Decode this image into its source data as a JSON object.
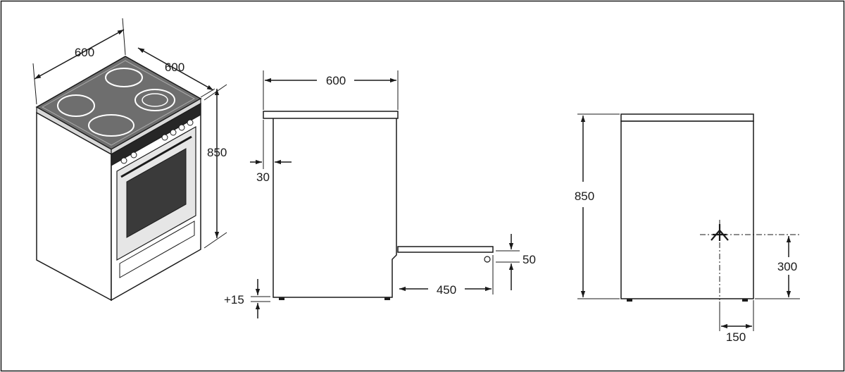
{
  "perspective_view": {
    "width_label": "600",
    "depth_label": "600",
    "height_label": "850"
  },
  "side_view": {
    "width_label": "600",
    "overhang_label": "30",
    "feet_label": "+15",
    "door_open_label": "450",
    "door_thickness_label": "50"
  },
  "back_view": {
    "height_label": "850",
    "connection_height_label": "300",
    "connection_offset_label": "150"
  },
  "colors": {
    "line": "#1a1a1a",
    "hob_surface": "#6e6e6e",
    "panel_dark": "#262626",
    "oven_window": "#3a3a3a"
  }
}
